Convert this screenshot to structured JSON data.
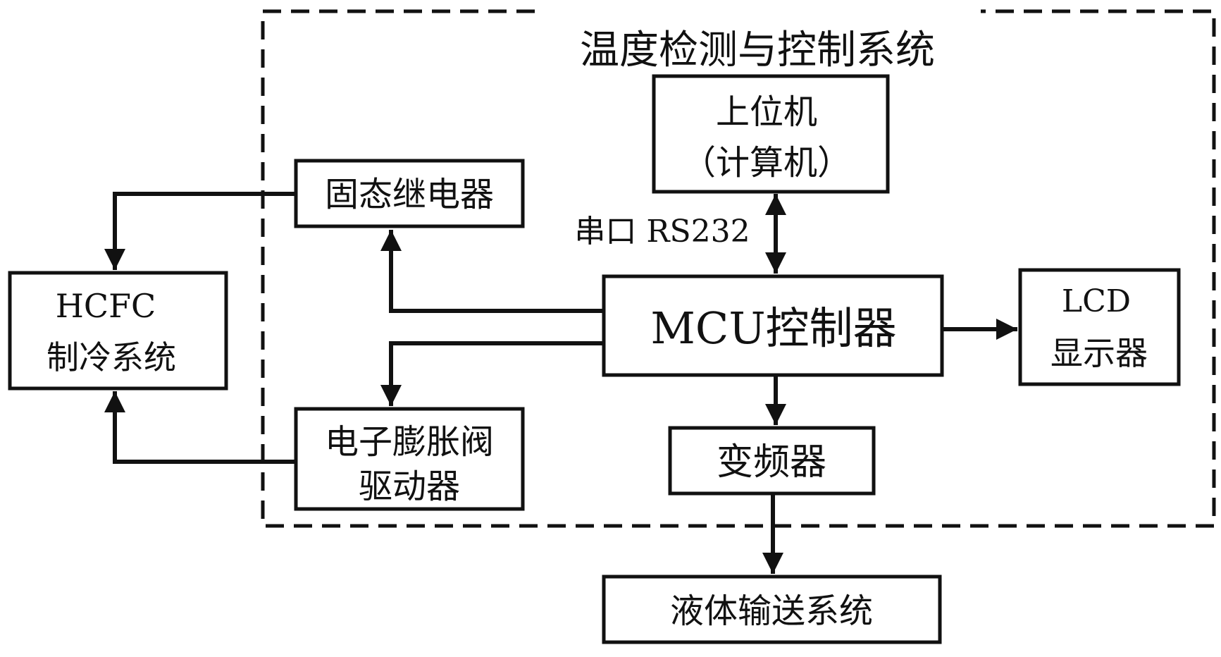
{
  "diagram": {
    "system_title": "温度检测与控制系统",
    "blocks": {
      "host": {
        "line1": "上位机",
        "line2": "（计算机）"
      },
      "ssr": {
        "label": "固态继电器"
      },
      "hcfc": {
        "line1": "HCFC",
        "line2": "制冷系统"
      },
      "eev": {
        "line1": "电子膨胀阀",
        "line2": "驱动器"
      },
      "mcu": {
        "label": "MCU控制器"
      },
      "lcd": {
        "line1": "LCD",
        "line2": "显示器"
      },
      "vfd": {
        "label": "变频器"
      },
      "liquid": {
        "label": "液体输送系统"
      }
    },
    "serial_label": "串口 RS232"
  },
  "colors": {
    "line": "#111111",
    "background": "#ffffff"
  }
}
